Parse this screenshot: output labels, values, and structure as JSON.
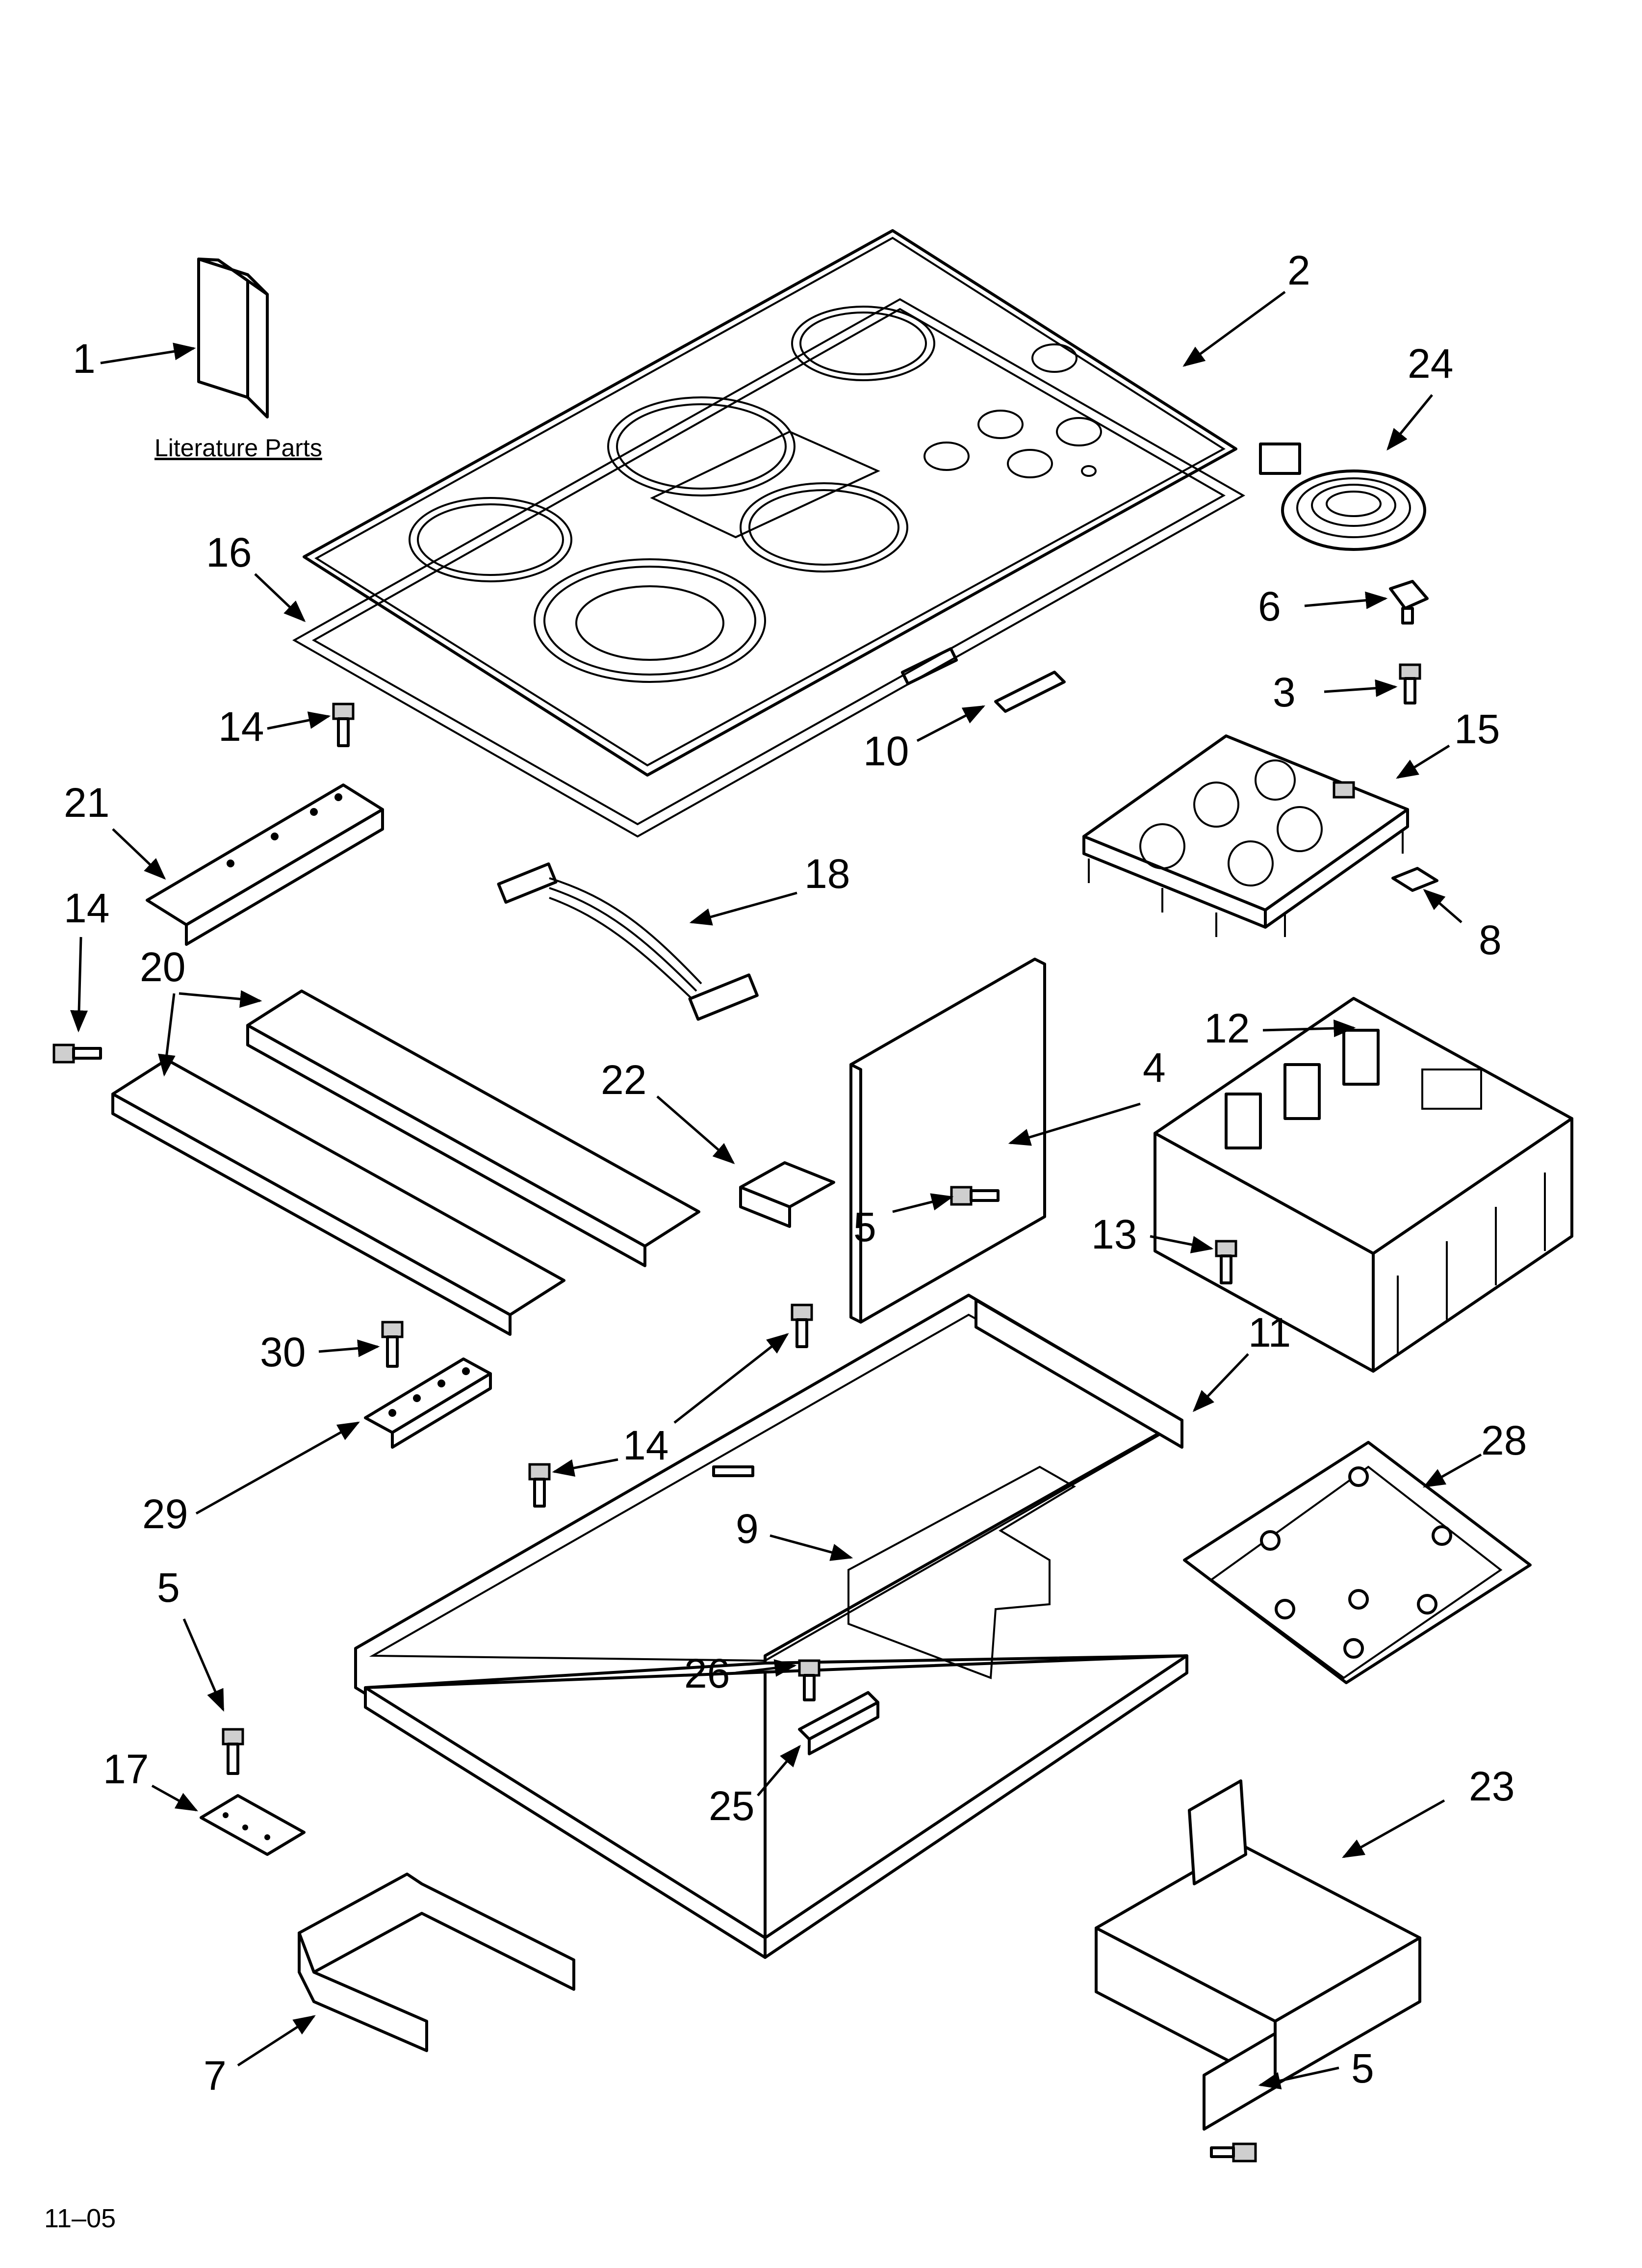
{
  "diagram": {
    "literature_caption": "Literature Parts",
    "footer_code": "11–05",
    "callouts": {
      "c1": "1",
      "c2": "2",
      "c24": "24",
      "c16": "16",
      "c6": "6",
      "c3": "3",
      "c14a": "14",
      "c10": "10",
      "c15": "15",
      "c21": "21",
      "c18": "18",
      "c14b": "14",
      "c8": "8",
      "c20": "20",
      "c12": "12",
      "c4": "4",
      "c22": "22",
      "c5a": "5",
      "c13": "13",
      "c11": "11",
      "c30": "30",
      "c14c": "14",
      "c28": "28",
      "c29": "29",
      "c9": "9",
      "c5b": "5",
      "c26": "26",
      "c17": "17",
      "c25": "25",
      "c23": "23",
      "c5c": "5",
      "c7": "7"
    }
  }
}
